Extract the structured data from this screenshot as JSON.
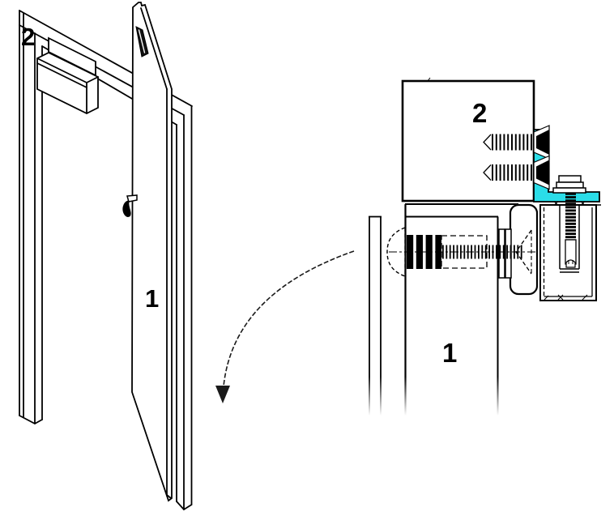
{
  "diagram": {
    "overview": {
      "frame_label": "2",
      "door_label": "1"
    },
    "detail": {
      "frame_label": "2",
      "door_label": "1"
    },
    "arrow_icon": "curved-detail-callout-arrow",
    "colors": {
      "line": "#000000",
      "highlight": "#2bdde8",
      "background": "#ffffff",
      "arrow": "#1a1a1a"
    }
  }
}
